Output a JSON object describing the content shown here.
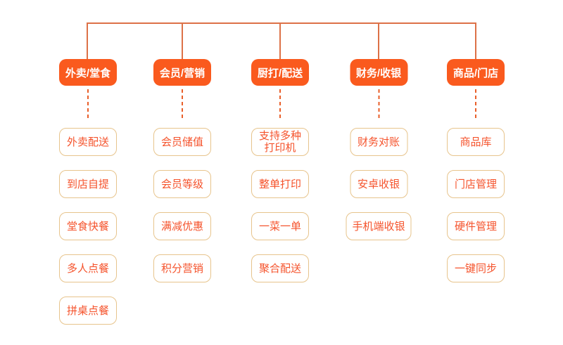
{
  "diagram": {
    "type": "feature-tree",
    "colors": {
      "category_chip_bg": "#fa5a1e",
      "category_chip_text": "#ffffff",
      "connector_line": "#dd7147",
      "connector_dash": "#e95f2a",
      "item_border": "#e7c48c",
      "item_text": "#f5532c",
      "background": "#ffffff"
    },
    "columns": [
      {
        "title": "外卖/堂食",
        "items": [
          "外卖配送",
          "到店自提",
          "堂食快餐",
          "多人点餐",
          "拼桌点餐"
        ]
      },
      {
        "title": "会员/营销",
        "items": [
          "会员储值",
          "会员等级",
          "满减优惠",
          "积分营销"
        ]
      },
      {
        "title": "厨打/配送",
        "items": [
          "支持多种\n打印机",
          "整单打印",
          "一菜一单",
          "聚合配送"
        ]
      },
      {
        "title": "财务/收银",
        "items": [
          "财务对账",
          "安卓收银",
          "手机端收银"
        ]
      },
      {
        "title": "商品/门店",
        "items": [
          "商品库",
          "门店管理",
          "硬件管理",
          "一键同步"
        ]
      }
    ]
  }
}
